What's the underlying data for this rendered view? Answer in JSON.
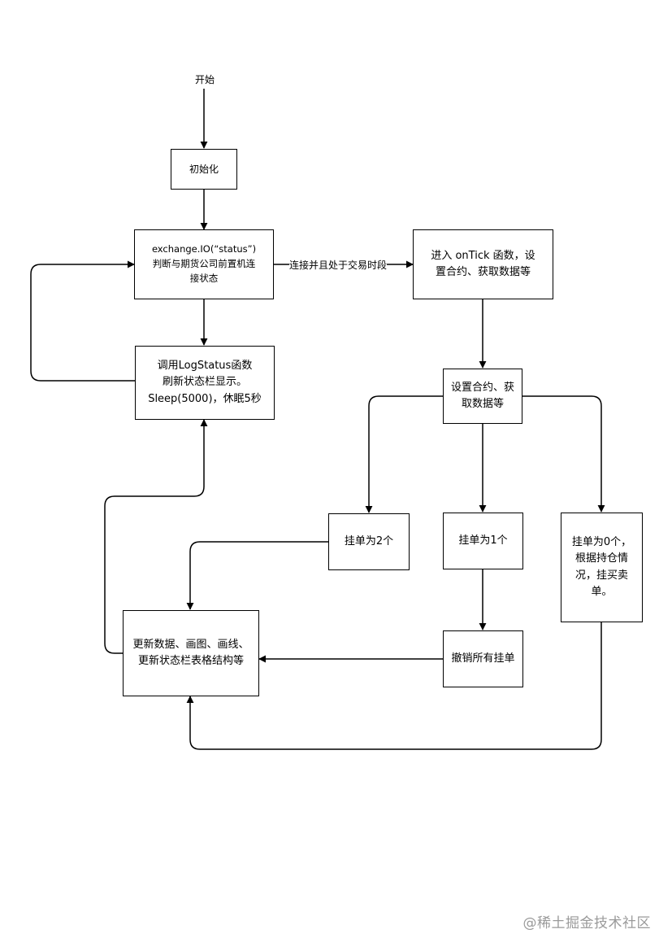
{
  "diagram": {
    "start": "开始",
    "nodes": {
      "init": "初始化",
      "check": "exchange.IO(“status”)\n判断与期货公司前置机连\n接状态",
      "log": "调用LogStatus函数\n刷新状态栏显示。\nSleep(5000)，休眠5秒",
      "ontick": "进入 onTick 函数，设\n置合约、获取数据等",
      "setup": "设置合约、获\n取数据等",
      "orders2": "挂单为2个",
      "orders1": "挂单为1个",
      "orders0": "挂单为0个，\n根据持仓情\n况，挂买卖\n单。",
      "cancel": "撤销所有挂单",
      "update": "更新数据、画图、画线、\n更新状态栏表格结构等"
    },
    "edge_label": "连接并且处于交易时段"
  },
  "watermark": "@稀土掘金技术社区"
}
